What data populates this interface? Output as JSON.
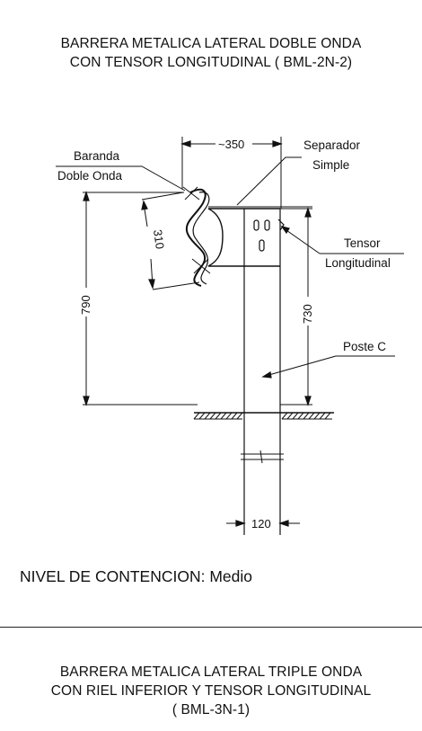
{
  "top_section": {
    "title_line1": "BARRERA METALICA LATERAL DOBLE ONDA",
    "title_line2": "CON TENSOR LONGITUDINAL ( BML-2N-2)"
  },
  "drawing": {
    "labels": {
      "baranda": "Baranda",
      "doble_onda": "Doble Onda",
      "separador": "Separador",
      "simple": "Simple",
      "tensor": "Tensor",
      "longitudinal": "Longitudinal",
      "poste": "Poste C"
    },
    "dimensions": {
      "top_width": "~350",
      "wave_height": "310",
      "total_height": "790",
      "post_height": "730",
      "post_width": "120"
    }
  },
  "nivel": "NIVEL DE CONTENCION: Medio",
  "bottom_section": {
    "title_line1": "BARRERA METALICA LATERAL TRIPLE ONDA",
    "title_line2": "CON RIEL INFERIOR Y TENSOR LONGITUDINAL",
    "title_line3": "( BML-3N-1)"
  }
}
